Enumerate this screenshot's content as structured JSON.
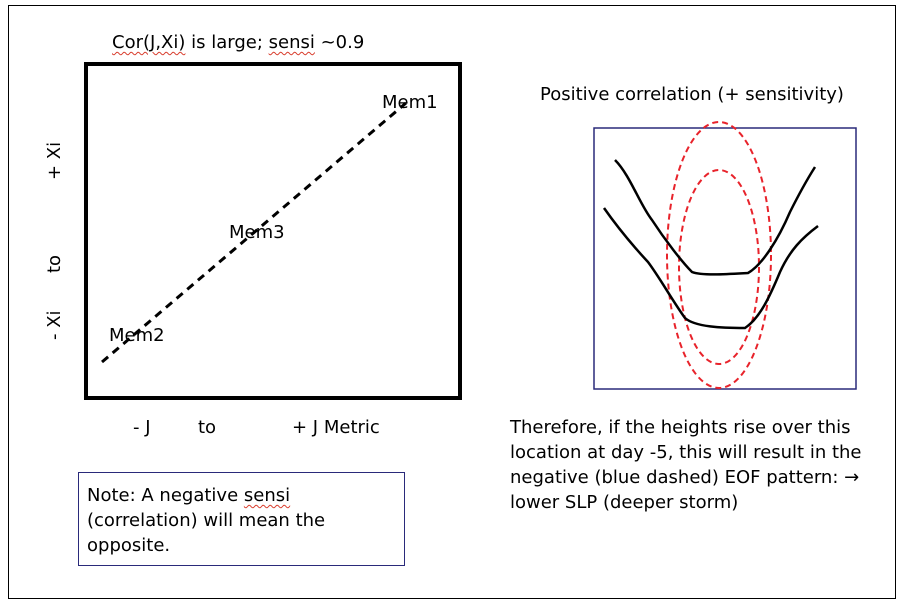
{
  "left_panel": {
    "title_prefix": "Cor(J,Xi)",
    "title_mid": " is large; ",
    "title_squig": "sensi",
    "title_suffix": " ~0.9",
    "y_axis": {
      "neg": "- Xi",
      "to": "to",
      "pos": "+ Xi"
    },
    "x_axis": {
      "neg": "- J",
      "to": "to",
      "pos": "+ J Metric"
    },
    "members": {
      "mem1": "Mem1",
      "mem2": "Mem2",
      "mem3": "Mem3"
    }
  },
  "note": {
    "part1": "Note: A negative ",
    "squig": "sensi",
    "part2": " (correlation) will mean the opposite."
  },
  "right_panel": {
    "title": "Positive correlation (+ sensitivity)",
    "explanation": "Therefore, if the heights rise over this location at day -5, this will result in the negative (blue dashed) EOF pattern: → lower SLP (deeper storm)"
  },
  "colors": {
    "ellipse": "#e8232b",
    "box_border": "#2a2a7a"
  }
}
